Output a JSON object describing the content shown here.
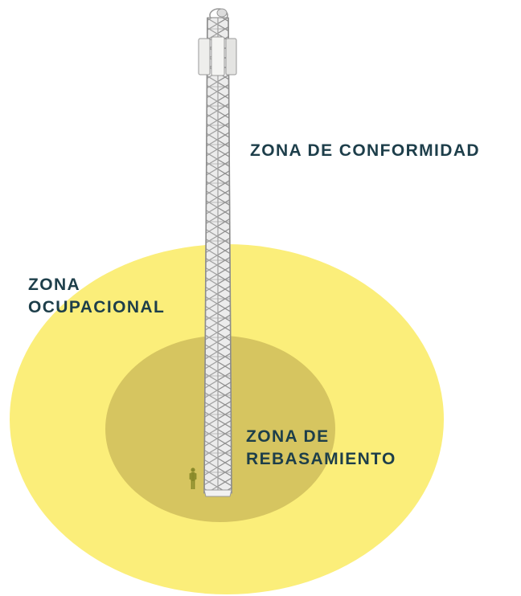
{
  "zones": {
    "conformidad": {
      "label": "ZONA DE CONFORMIDAD"
    },
    "ocupacional": {
      "line1": "ZONA",
      "line2": "OCUPACIONAL",
      "color": "#fbee7a"
    },
    "rebasamiento": {
      "line1": "ZONA DE",
      "line2": "REBASAMIENTO",
      "color": "#d6c560"
    }
  },
  "colors": {
    "label_text": "#1d3e4a",
    "tower_steel": "#b9b9b9",
    "tower_face": "#e9e9e9",
    "person": "#8a8a2a"
  },
  "icons": {
    "tower": "lattice-tower-icon",
    "antenna": "antenna-panel-icon",
    "person": "person-silhouette-icon"
  }
}
